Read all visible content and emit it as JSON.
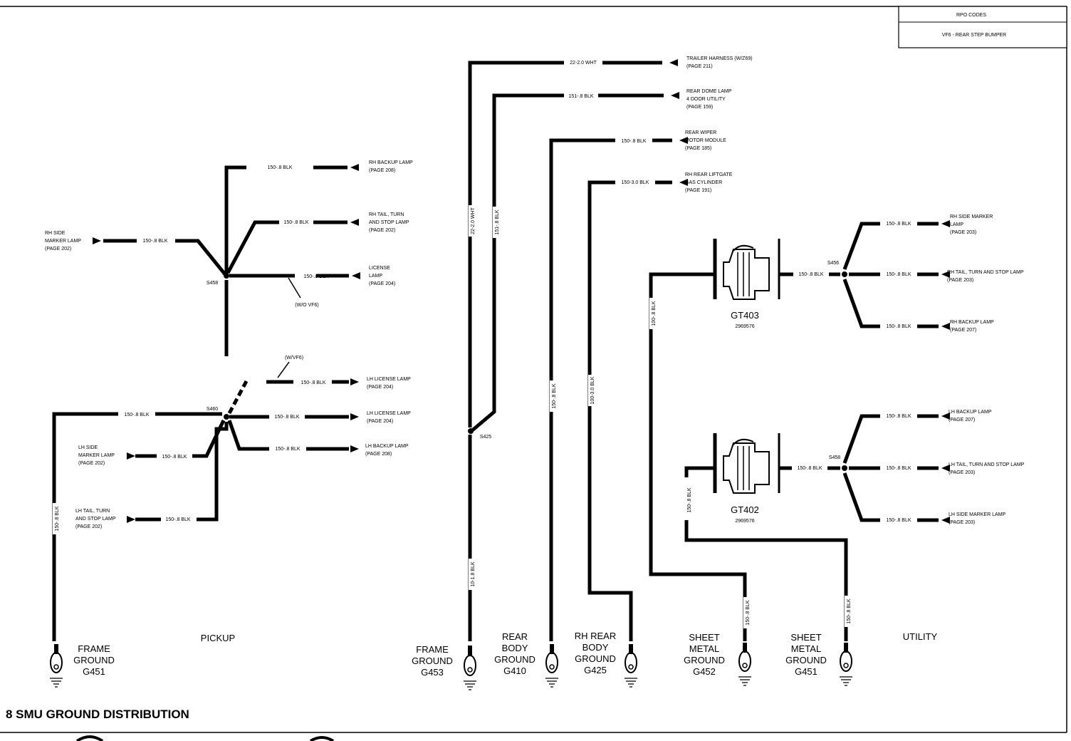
{
  "title": "8  SMU GROUND DISTRIBUTION",
  "rpo_box": {
    "heading": "RPO CODES",
    "entry": "VF6 - REAR STEP BUMPER"
  },
  "sections": {
    "pickup": "PICKUP",
    "utility": "UTILITY"
  },
  "splices": {
    "s458": "S458",
    "s460": "S460",
    "s425": "S425",
    "s456": "S456",
    "s458b": "S458"
  },
  "notes": {
    "wo_vf6": "(W/O VF6)",
    "w_vf6": "(W/VF6)"
  },
  "connectors": {
    "gt403": "GT403",
    "gt403_part": "2969576",
    "gt402": "GT402",
    "gt402_part": "2969576"
  },
  "wire_labels": {
    "p_rh_backup": "150-.8 BLK",
    "p_rh_tail": "150-.8 BLK",
    "p_rh_side": "150-.8 BLK",
    "p_license_wo": "150-.8 BLK",
    "p_license_w": "150-.8 BLK",
    "p_lh_license": "150-.8 BLK",
    "p_frame_feed": "150-.8 BLK",
    "p_lh_backup": "150-.8 BLK",
    "p_lh_side": "150-.8 BLK",
    "p_lh_tail": "150-.8 BLK",
    "p_ground": "150-.8 BLK",
    "trailer": "22-2.0 WHT",
    "trailer_v": "22-2.0 WHT",
    "dome": "151-.8 BLK",
    "dome_v": "151-.8 BLK",
    "frame_g453": "10-1.8 BLK",
    "wiper": "150-.8 BLK",
    "wiper_v": "150-.8 BLK",
    "liftgate": "150-3.0 BLK",
    "liftgate_v": "100-3.0 BLK",
    "gt403_feed": "150-.8 BLK",
    "gt403_ground": "100-.8 BLK",
    "u_rh_side": "150-.8 BLK",
    "u_rh_tail": "150-.8 BLK",
    "u_rh_backup": "150-.8 BLK",
    "gt402_feed": "150-.8 BLK",
    "gt402_ground": "150-.8 BLK",
    "u_lh_backup": "150-.8 BLK",
    "u_lh_tail": "150-.8 BLK",
    "u_lh_side": "150-.8 BLK",
    "g452_v": "150-.8 BLK",
    "g451u_v": "150-.8 BLK"
  },
  "components": {
    "rh_backup": [
      "RH BACKUP LAMP",
      "(PAGE 208)"
    ],
    "rh_tail": [
      "RH TAIL, TURN",
      "AND STOP LAMP",
      "(PAGE 202)"
    ],
    "rh_side": [
      "RH SIDE",
      "MARKER LAMP",
      "(PAGE 202)"
    ],
    "license_wo": [
      "LICENSE",
      "LAMP",
      "(PAGE 204)"
    ],
    "lh_license_w": [
      "LH LICENSE LAMP",
      "(PAGE 204)"
    ],
    "lh_license": [
      "LH LICENSE LAMP",
      "(PAGE 204)"
    ],
    "lh_backup": [
      "LH BACKUP LAMP",
      "(PAGE 208)"
    ],
    "lh_side": [
      "LH SIDE",
      "MARKER LAMP",
      "(PAGE 202)"
    ],
    "lh_tail": [
      "LH TAIL, TURN",
      "AND STOP LAMP",
      "(PAGE 202)"
    ],
    "trailer": [
      "TRAILER HARNESS (W/Z69)",
      "(PAGE 211)"
    ],
    "dome": [
      "REAR DOME LAMP",
      "4 DOOR UTILITY",
      "(PAGE 159)"
    ],
    "wiper": [
      "REAR WIPER",
      "MOTOR MODULE",
      "(PAGE 185)"
    ],
    "liftgate": [
      "RH REAR LIFTGATE",
      "GAS CYLINDER",
      "(PAGE 191)"
    ],
    "u_rh_side": [
      "RH SIDE MARKER",
      "LAMP",
      "(PAGE 203)"
    ],
    "u_rh_tail": [
      "RH TAIL, TURN AND STOP LAMP",
      "(PAGE 203)"
    ],
    "u_rh_backup": [
      "RH BACKUP LAMP",
      "(PAGE 207)"
    ],
    "u_lh_backup": [
      "LH BACKUP LAMP",
      "(PAGE 207)"
    ],
    "u_lh_tail": [
      "LH TAIL, TURN AND STOP LAMP",
      "(PAGE 203)"
    ],
    "u_lh_side": [
      "LH SIDE MARKER LAMP",
      "(PAGE 203)"
    ]
  },
  "grounds": {
    "g451p": [
      "FRAME",
      "GROUND",
      "G451"
    ],
    "g453": [
      "FRAME",
      "GROUND",
      "G453"
    ],
    "g410": [
      "REAR",
      "BODY",
      "GROUND",
      "G410"
    ],
    "g425": [
      "RH REAR",
      "BODY",
      "GROUND",
      "G425"
    ],
    "g452": [
      "SHEET",
      "METAL",
      "GROUND",
      "G452"
    ],
    "g451u": [
      "SHEET",
      "METAL",
      "GROUND",
      "G451"
    ]
  }
}
